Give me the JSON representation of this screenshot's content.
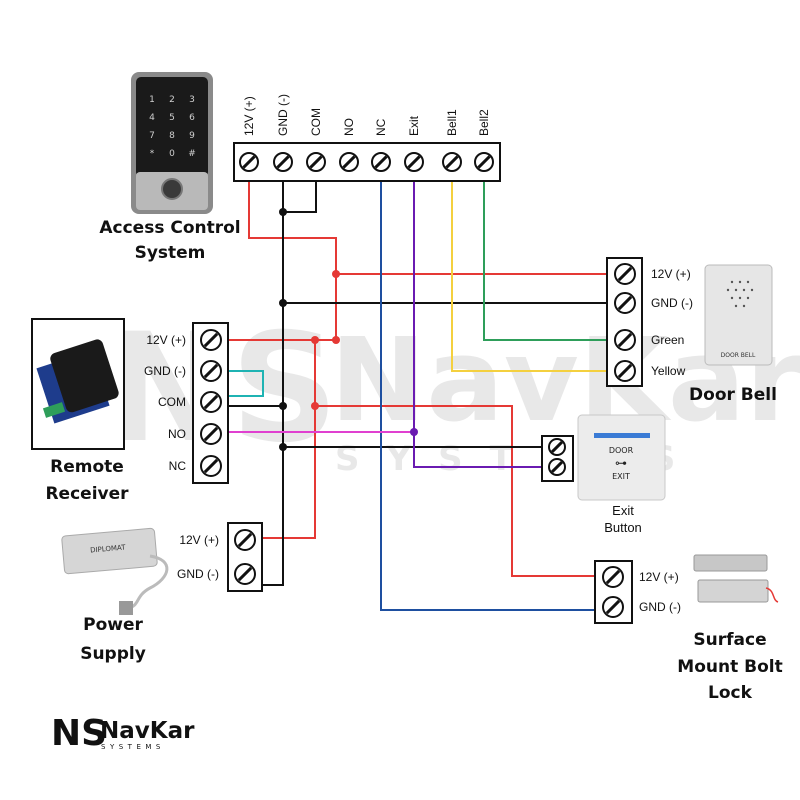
{
  "access_control": {
    "name_line1": "Access Control",
    "name_line2": "System",
    "keypad_keys": [
      "1",
      "2",
      "3",
      "4",
      "5",
      "6",
      "7",
      "8",
      "9",
      "*",
      "0",
      "#"
    ],
    "terminals": [
      "12V (+)",
      "GND (-)",
      "COM",
      "NO",
      "NC",
      "Exit",
      "Bell1",
      "Bell2"
    ]
  },
  "door_bell": {
    "name": "Door Bell",
    "device_text": "DOOR BELL",
    "terminals": [
      "12V (+)",
      "GND (-)",
      "Green",
      "Yellow"
    ]
  },
  "remote_receiver": {
    "name_line1": "Remote",
    "name_line2": "Receiver",
    "terminals": [
      "12V (+)",
      "GND (-)",
      "COM",
      "NO",
      "NC"
    ]
  },
  "exit_button": {
    "name_line1": "Exit",
    "name_line2": "Button",
    "plate_top": "DOOR",
    "plate_bottom": "EXIT"
  },
  "power_supply": {
    "name_line1": "Power",
    "name_line2": "Supply",
    "device_text": "DIPLOMAT",
    "terminals": [
      "12V (+)",
      "GND (-)"
    ]
  },
  "bolt_lock": {
    "name_line1": "Surface",
    "name_line2": "Mount Bolt",
    "name_line3": "Lock",
    "terminals": [
      "12V (+)",
      "GND (-)"
    ]
  },
  "brand": {
    "logo_mark": "NS",
    "name": "NavKar",
    "tagline": "SYSTEMS"
  },
  "colors": {
    "power_wire": "#e53935",
    "ground_wire": "#111111",
    "nc_wire": "#1e4fa0",
    "exit_wire": "#6a1bb1",
    "bell1_wire": "#f4d03f",
    "bell2_wire": "#2e9e5a",
    "receiver_no_wire": "#e040d0",
    "receiver_com_wire": "#1fb3b3",
    "watermark": "#cfcfcf"
  }
}
